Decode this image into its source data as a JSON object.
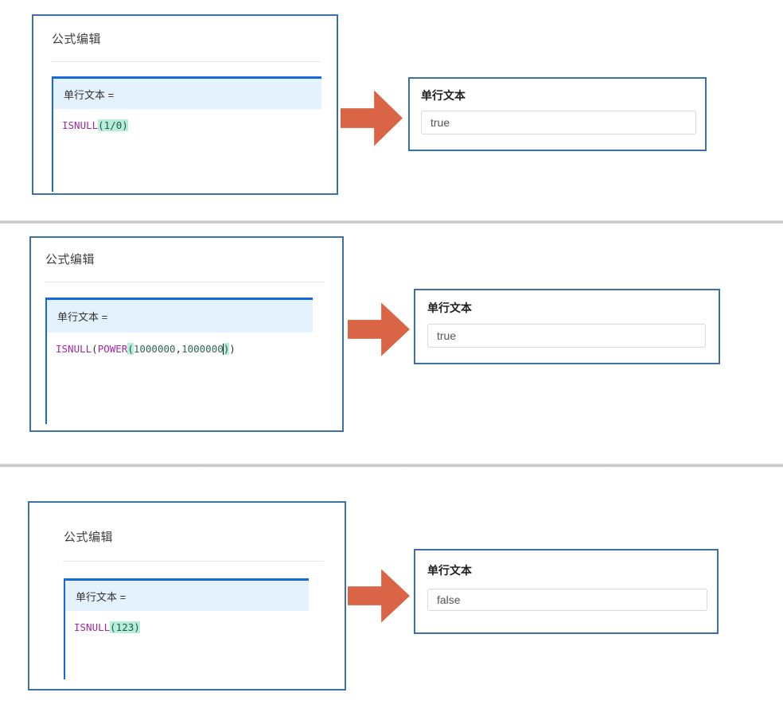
{
  "colors": {
    "panel_border": "#3a72a8",
    "editor_accent": "#1669dd",
    "editor_header_bg": "#e4f2fd",
    "arrow": "#d96546",
    "function_token": "#a02aa0",
    "paren_highlight_bg": "#b9ecd9",
    "number_token": "#2d6a52",
    "separator": "#c3c3c3"
  },
  "sections": [
    {
      "panel_title": "公式编辑",
      "editor_header": "单行文本 =",
      "code_tokens": [
        {
          "text": "ISNULL",
          "type": "function"
        },
        {
          "text": "(1/0)",
          "type": "highlight"
        }
      ],
      "result_label": "单行文本",
      "result_value": "true"
    },
    {
      "panel_title": "公式编辑",
      "editor_header": "单行文本 =",
      "code_tokens": [
        {
          "text": "ISNULL",
          "type": "function"
        },
        {
          "text": "(",
          "type": "plain"
        },
        {
          "text": "POWER",
          "type": "function"
        },
        {
          "text": "(",
          "type": "highlight"
        },
        {
          "text": "1000000",
          "type": "number"
        },
        {
          "text": ",",
          "type": "plain"
        },
        {
          "text": "1000000",
          "type": "number"
        },
        {
          "text": ")",
          "type": "highlight"
        },
        {
          "text": ")",
          "type": "plain"
        }
      ],
      "result_label": "单行文本",
      "result_value": "true"
    },
    {
      "panel_title": "公式编辑",
      "editor_header": "单行文本 =",
      "code_tokens": [
        {
          "text": "ISNULL",
          "type": "function"
        },
        {
          "text": "(123)",
          "type": "highlight"
        }
      ],
      "result_label": "单行文本",
      "result_value": "false"
    }
  ]
}
